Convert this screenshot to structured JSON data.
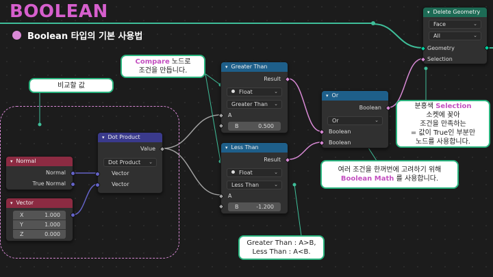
{
  "header": {
    "title": "BOOLEAN",
    "subtitle": "Boolean 타입의 기본 사용법"
  },
  "colors": {
    "title": "#d65fcd",
    "accent_line": "#3fbf9a",
    "boolean_socket": "#d98ad6",
    "vector_socket": "#6463c7",
    "geometry_socket": "#00d6a3"
  },
  "nodes": {
    "normal": {
      "title": "Normal",
      "outputs": [
        "Normal",
        "True Normal"
      ]
    },
    "vector": {
      "title": "Vector",
      "fields": [
        {
          "label": "X",
          "value": "1.000"
        },
        {
          "label": "Y",
          "value": "1.000"
        },
        {
          "label": "Z",
          "value": "0.000"
        }
      ]
    },
    "dot_product": {
      "title": "Dot Product",
      "output": "Value",
      "mode": "Dot Product",
      "inputs": [
        "Vector",
        "Vector"
      ]
    },
    "greater_than": {
      "title": "Greater Than",
      "output": "Result",
      "data_type": "Float",
      "operation": "Greater Than",
      "input_a": "A",
      "input_b_label": "B",
      "input_b_value": "0.500"
    },
    "less_than": {
      "title": "Less Than",
      "output": "Result",
      "data_type": "Float",
      "operation": "Less Than",
      "input_a": "A",
      "input_b_label": "B",
      "input_b_value": "-1.200"
    },
    "or": {
      "title": "Or",
      "output": "Boolean",
      "operation": "Or",
      "inputs": [
        "Boolean",
        "Boolean"
      ]
    },
    "delete_geometry": {
      "title": "Delete Geometry",
      "domain": "Face",
      "mode": "All",
      "inputs": [
        "Geometry",
        "Selection"
      ]
    }
  },
  "callouts": {
    "compare": {
      "highlight": "Compare",
      "line1_rest": " 노드로",
      "line2": "조건을 만듭니다."
    },
    "compare_value": {
      "text": "비교할 값"
    },
    "selection": {
      "line1_pre": "분홍색 ",
      "highlight": "Selection",
      "line2": "소켓에 꽂아",
      "line3": "조건을 만족하는",
      "line4": "= 값이 True인 부분만",
      "line5": "노드를 사용합니다."
    },
    "boolean_math": {
      "line1": "여러 조건을 한꺼번에 고려하기 위해",
      "highlight": "Boolean Math",
      "line2_rest": " 를 사용합니다."
    },
    "greater_less": {
      "line1": "Greater Than : A>B,",
      "line2": "Less Than : A<B."
    }
  },
  "icons": {
    "collapse": "chevron-down-icon",
    "dropdown": "chevron-down-icon",
    "float_type": "circle-dot-icon"
  }
}
